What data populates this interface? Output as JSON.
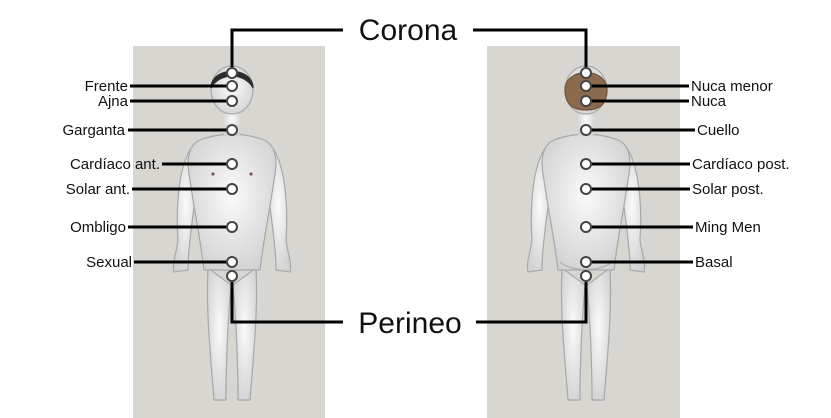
{
  "colors": {
    "panel": "#d7d6d1",
    "body_fill": "#eeeeee",
    "body_shade": "#cfcfcf",
    "hair_dark": "#2c2c2c",
    "hair_brown": "#8a6b4e",
    "line": "#000000"
  },
  "shared_labels": {
    "top": "Corona",
    "bottom": "Perineo"
  },
  "front_points": [
    {
      "id": "frente",
      "label": "Frente"
    },
    {
      "id": "ajna",
      "label": "Ajna"
    },
    {
      "id": "garganta",
      "label": "Garganta"
    },
    {
      "id": "cardiaco-ant",
      "label": "Cardíaco ant."
    },
    {
      "id": "solar-ant",
      "label": "Solar ant."
    },
    {
      "id": "ombligo",
      "label": "Ombligo"
    },
    {
      "id": "sexual",
      "label": "Sexual"
    }
  ],
  "back_points": [
    {
      "id": "nuca-menor",
      "label": "Nuca menor"
    },
    {
      "id": "nuca",
      "label": "Nuca"
    },
    {
      "id": "cuello",
      "label": "Cuello"
    },
    {
      "id": "cardiaco-post",
      "label": "Cardíaco post."
    },
    {
      "id": "solar-post",
      "label": "Solar post."
    },
    {
      "id": "ming-men",
      "label": "Ming Men"
    },
    {
      "id": "basal",
      "label": "Basal"
    }
  ]
}
